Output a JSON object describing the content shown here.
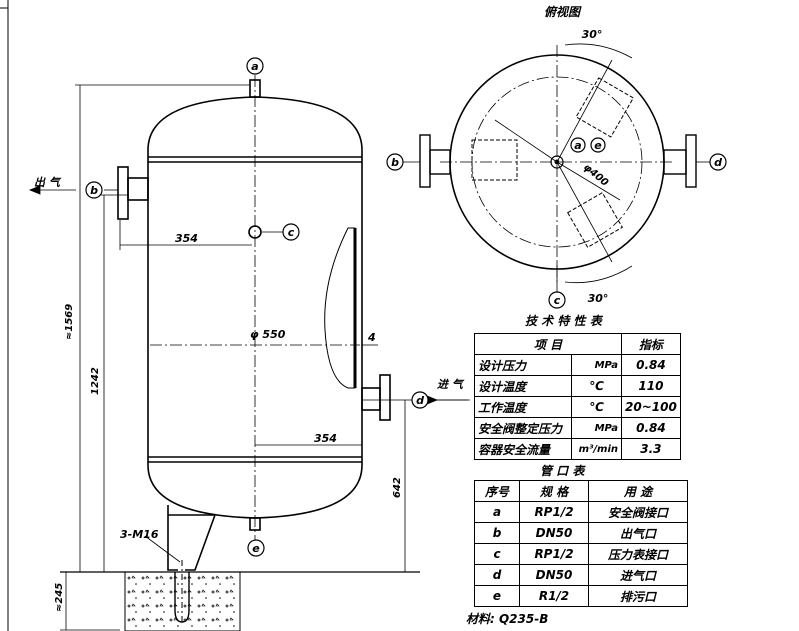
{
  "top_view": {
    "title": "俯视图",
    "angle_top": "30°",
    "angle_bottom": "30°",
    "diameter": "φ400"
  },
  "labels": {
    "a": "a",
    "b": "b",
    "c": "c",
    "d": "d",
    "e": "e"
  },
  "front_view": {
    "outlet": "出 气",
    "inlet": "进 气",
    "dim_354_upper": "354",
    "dim_354_lower": "354",
    "dim_diameter": "φ 550",
    "dim_wall": "4",
    "dim_total": "≈1569",
    "dim_1242": "1242",
    "dim_642": "642",
    "dim_base": "≈245",
    "bolts": "3-M16"
  },
  "tech_table": {
    "title": "技 术 特 性 表",
    "headers": [
      "项 目",
      "",
      "指标"
    ],
    "rows": [
      [
        "设计压力",
        "MPa",
        "0.84"
      ],
      [
        "设计温度",
        "℃",
        "110"
      ],
      [
        "工作温度",
        "℃",
        "20~100"
      ],
      [
        "安全阀整定压力",
        "MPa",
        "0.84"
      ],
      [
        "容器安全流量",
        "m³/min",
        "3.3"
      ]
    ]
  },
  "nozzle_table": {
    "title": "管 口 表",
    "headers": [
      "序号",
      "规 格",
      "用 途"
    ],
    "rows": [
      [
        "a",
        "RP1/2",
        "安全阀接口"
      ],
      [
        "b",
        "DN50",
        "出气口"
      ],
      [
        "c",
        "RP1/2",
        "压力表接口"
      ],
      [
        "d",
        "DN50",
        "进气口"
      ],
      [
        "e",
        "R1/2",
        "排污口"
      ]
    ]
  },
  "material": "材料: Q235-B"
}
